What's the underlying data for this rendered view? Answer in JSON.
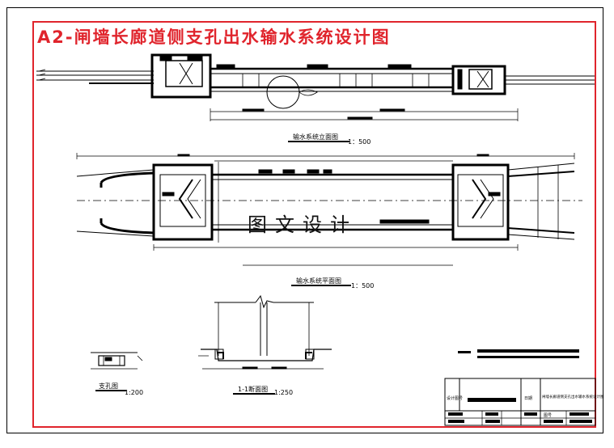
{
  "sheet_title": "A2-闸墙长廊道侧支孔出水输水系统设计图",
  "views": {
    "elevation": {
      "title": "输水系统立面图",
      "scale": "1：500"
    },
    "plan": {
      "title": "输水系统平面图",
      "scale": "1：500"
    },
    "section_small": {
      "title": "支孔图",
      "scale": "1:200"
    },
    "section_1_1": {
      "title": "1-1断面图",
      "scale": "1:250"
    }
  },
  "watermark": "图文设计",
  "title_block": {
    "design_cell": "设计图号",
    "date_cell": "日期",
    "drawing_name": "闸墙长廊道侧支孔出水输水系统设计图",
    "sheet_cell": "图号"
  },
  "colors": {
    "frame": "#000000",
    "border_accent": "#e0242c",
    "linework": "#000000"
  }
}
